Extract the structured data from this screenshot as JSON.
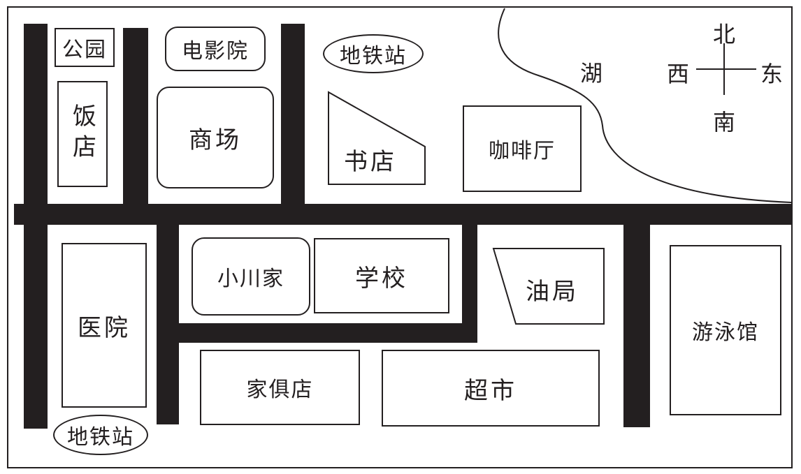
{
  "map": {
    "places": {
      "park": "公园",
      "cinema": "电影院",
      "subway_north": "地铁站",
      "restaurant": "饭店",
      "mall": "商场",
      "bookstore": "书店",
      "cafe": "咖啡厅",
      "lake": "湖",
      "ogawa_home": "小川家",
      "school": "学校",
      "post_office": "油局",
      "hospital": "医院",
      "swimming_pool": "游泳馆",
      "furniture_store": "家俱店",
      "supermarket": "超市",
      "subway_south": "地铁站"
    },
    "compass": {
      "north": "北",
      "south": "南",
      "east": "东",
      "west": "西"
    },
    "colors": {
      "ink": "#231f20",
      "paper": "#ffffff"
    }
  }
}
